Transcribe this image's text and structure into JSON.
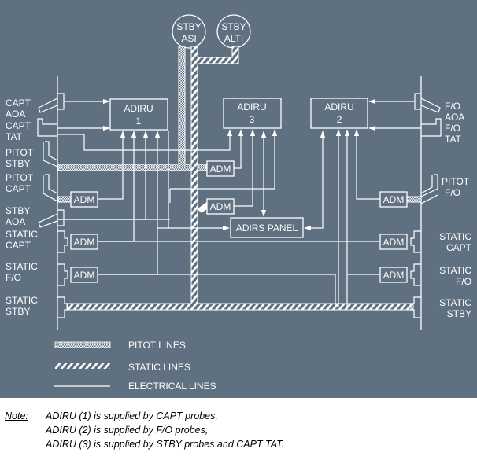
{
  "colors": {
    "panel_bg": "#5f7080",
    "line": "#ffffff",
    "note_text": "#000000"
  },
  "instruments": {
    "stby_asi": [
      "STBY",
      "ASI"
    ],
    "stby_alti": [
      "STBY",
      "ALTI"
    ]
  },
  "units": {
    "adiru1": [
      "ADIRU",
      "1"
    ],
    "adiru3": [
      "ADIRU",
      "3"
    ],
    "adiru2": [
      "ADIRU",
      "2"
    ],
    "adirs_panel": "ADIRS PANEL",
    "adm": "ADM"
  },
  "probes_left": {
    "capt_aoa": [
      "CAPT",
      "AOA"
    ],
    "capt_tat": [
      "CAPT",
      "TAT"
    ],
    "pitot_stby": [
      "PITOT",
      "STBY"
    ],
    "pitot_capt": [
      "PITOT",
      "CAPT"
    ],
    "stby_aoa": [
      "STBY",
      "AOA"
    ],
    "static_capt": [
      "STATIC",
      "CAPT"
    ],
    "static_fo": [
      "STATIC",
      "F/O"
    ],
    "static_stby": [
      "STATIC",
      "STBY"
    ]
  },
  "probes_right": {
    "fo_aoa": [
      "F/O",
      "AOA"
    ],
    "fo_tat": [
      "F/O",
      "TAT"
    ],
    "pitot_fo": [
      "PITOT",
      "F/O"
    ],
    "static_capt": [
      "STATIC",
      "CAPT"
    ],
    "static_fo": [
      "STATIC",
      "F/O"
    ],
    "static_stby": [
      "STATIC",
      "STBY"
    ]
  },
  "legend": {
    "pitot": "PITOT LINES",
    "static": "STATIC LINES",
    "electrical": "ELECTRICAL LINES"
  },
  "note": {
    "key": "Note:",
    "lines": [
      "ADIRU (1) is supplied by CAPT probes,",
      "ADIRU (2) is supplied by F/O probes,",
      "ADIRU (3) is supplied by STBY probes and CAPT TAT."
    ]
  }
}
